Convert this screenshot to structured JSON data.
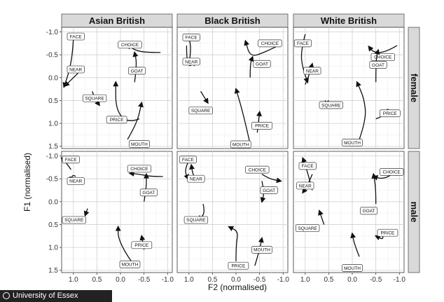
{
  "footer": {
    "text": "University of Essex",
    "logo_icon": "university-seal-icon"
  },
  "chart_data": {
    "type": "line",
    "description_of_axes": "",
    "xlabel": "F2 (normalised)",
    "ylabel": "F1 (normalised)",
    "xlim": [
      1.25,
      -1.1
    ],
    "ylim": [
      1.55,
      -1.1
    ],
    "x_reversed": true,
    "y_reversed": true,
    "x_ticks": [
      1.0,
      0.5,
      0.0,
      -0.5,
      -1.0
    ],
    "x_tick_labels": [
      "1.0",
      "0.5",
      "0.0",
      "-0.5",
      "-1.0"
    ],
    "y_ticks": [
      -1.0,
      -0.5,
      0.0,
      0.5,
      1.0,
      1.5
    ],
    "y_tick_labels": [
      "-1.0",
      "-0.5",
      "0.0",
      "0.5",
      "1.0",
      "1.5"
    ],
    "columns": [
      "Asian British",
      "Black British",
      "White British"
    ],
    "rows": [
      "female",
      "male"
    ],
    "grid": true,
    "panels": [
      {
        "col": 0,
        "row": 0,
        "series": [
          {
            "name": "FACE",
            "label_at": [
              0.95,
              -0.9
            ],
            "points": [
              [
                1.0,
                -0.85
              ],
              [
                1.02,
                -0.5
              ],
              [
                1.1,
                -0.1
              ],
              [
                1.2,
                0.2
              ]
            ]
          },
          {
            "name": "NEAR",
            "label_at": [
              0.95,
              -0.18
            ],
            "points": [
              [
                0.9,
                -0.1
              ],
              [
                1.05,
                0.05
              ],
              [
                1.18,
                0.18
              ]
            ]
          },
          {
            "name": "CHOICE",
            "label_at": [
              -0.2,
              -0.72
            ],
            "points": [
              [
                -0.85,
                -0.55
              ],
              [
                -0.55,
                -0.55
              ],
              [
                -0.3,
                -0.6
              ],
              [
                -0.15,
                -0.72
              ]
            ]
          },
          {
            "name": "GOAT",
            "label_at": [
              -0.35,
              -0.15
            ],
            "points": [
              [
                -0.3,
                0.1
              ],
              [
                -0.35,
                -0.3
              ],
              [
                -0.3,
                -0.55
              ]
            ]
          },
          {
            "name": "SQUARE",
            "label_at": [
              0.55,
              0.45
            ],
            "points": [
              [
                0.6,
                0.3
              ],
              [
                0.55,
                0.45
              ],
              [
                0.45,
                0.6
              ]
            ]
          },
          {
            "name": "PRICE",
            "label_at": [
              0.08,
              0.92
            ],
            "points": [
              [
                -0.4,
                0.9
              ],
              [
                -0.15,
                1.0
              ],
              [
                0.1,
                0.7
              ],
              [
                0.1,
                0.1
              ]
            ]
          },
          {
            "name": "MOUTH",
            "label_at": [
              -0.4,
              1.45
            ],
            "points": [
              [
                -0.15,
                1.35
              ],
              [
                -0.35,
                1.0
              ],
              [
                -0.45,
                0.55
              ]
            ]
          }
        ]
      },
      {
        "col": 1,
        "row": 0,
        "series": [
          {
            "name": "FACE",
            "label_at": [
              0.95,
              -0.88
            ],
            "points": [
              [
                1.0,
                -0.3
              ],
              [
                0.95,
                -0.6
              ],
              [
                1.0,
                -0.9
              ]
            ]
          },
          {
            "name": "NEAR",
            "label_at": [
              0.95,
              -0.35
            ],
            "points": [
              [
                1.05,
                -0.7
              ],
              [
                1.05,
                -0.2
              ],
              [
                0.85,
                -0.35
              ]
            ]
          },
          {
            "name": "CHOICE",
            "label_at": [
              -0.72,
              -0.75
            ],
            "points": [
              [
                -0.9,
                -0.7
              ],
              [
                -0.6,
                -0.55
              ],
              [
                -0.3,
                -0.45
              ],
              [
                -0.2,
                -0.8
              ]
            ]
          },
          {
            "name": "GOAT",
            "label_at": [
              -0.55,
              -0.3
            ],
            "points": [
              [
                -0.3,
                0.0
              ],
              [
                -0.3,
                -0.3
              ],
              [
                -0.35,
                -0.45
              ]
            ]
          },
          {
            "name": "SQUARE",
            "label_at": [
              0.75,
              0.72
            ],
            "points": [
              [
                0.75,
                0.3
              ],
              [
                0.6,
                0.55
              ]
            ]
          },
          {
            "name": "PRICE",
            "label_at": [
              -0.55,
              1.05
            ],
            "points": [
              [
                -0.45,
                1.2
              ],
              [
                -0.5,
                0.75
              ]
            ]
          },
          {
            "name": "MOUTH",
            "label_at": [
              -0.1,
              1.52
            ],
            "points": [
              [
                -0.3,
                1.45
              ],
              [
                -0.2,
                1.0
              ],
              [
                -0.1,
                0.6
              ],
              [
                0.0,
                0.25
              ]
            ]
          }
        ]
      },
      {
        "col": 2,
        "row": 0,
        "series": [
          {
            "name": "FACE",
            "label_at": [
              1.05,
              -0.75
            ],
            "points": [
              [
                1.0,
                -0.95
              ],
              [
                1.1,
                -0.55
              ],
              [
                1.05,
                -0.2
              ],
              [
                0.95,
                0.1
              ]
            ]
          },
          {
            "name": "NEAR",
            "label_at": [
              0.85,
              -0.15
            ],
            "points": [
              [
                1.0,
                0.15
              ],
              [
                0.9,
                -0.1
              ],
              [
                0.85,
                -0.3
              ]
            ]
          },
          {
            "name": "CHOICE",
            "label_at": [
              -0.65,
              -0.45
            ],
            "points": [
              [
                -0.95,
                -0.7
              ],
              [
                -0.7,
                -0.55
              ],
              [
                -0.45,
                -0.55
              ],
              [
                -0.35,
                -0.68
              ]
            ]
          },
          {
            "name": "GOAT",
            "label_at": [
              -0.55,
              -0.28
            ],
            "points": [
              [
                -0.5,
                0.1
              ],
              [
                -0.5,
                -0.4
              ],
              [
                -0.55,
                -0.6
              ]
            ]
          },
          {
            "name": "SQUARE",
            "label_at": [
              0.45,
              0.6
            ],
            "points": [
              [
                0.5,
                0.5
              ],
              [
                0.6,
                0.6
              ]
            ]
          },
          {
            "name": "PRICE",
            "label_at": [
              -0.8,
              0.78
            ],
            "points": [
              [
                -0.5,
                0.9
              ],
              [
                -0.65,
                0.85
              ],
              [
                -0.75,
                0.7
              ]
            ]
          },
          {
            "name": "MOUTH",
            "label_at": [
              0.0,
              1.42
            ],
            "points": [
              [
                -0.15,
                1.35
              ],
              [
                -0.3,
                0.9
              ],
              [
                -0.25,
                0.45
              ],
              [
                -0.1,
                0.1
              ]
            ]
          }
        ]
      },
      {
        "col": 0,
        "row": 1,
        "series": [
          {
            "name": "FACE",
            "label_at": [
              1.15,
              -0.92
            ],
            "points": [
              [
                1.05,
                -0.7
              ],
              [
                1.15,
                -0.85
              ],
              [
                1.25,
                -0.95
              ]
            ]
          },
          {
            "name": "NEAR",
            "label_at": [
              0.95,
              -0.45
            ],
            "points": [
              [
                0.95,
                -0.55
              ],
              [
                1.02,
                -0.6
              ],
              [
                1.05,
                -0.45
              ]
            ]
          },
          {
            "name": "CHOICE",
            "label_at": [
              -0.4,
              -0.72
            ],
            "points": [
              [
                -0.9,
                -0.55
              ],
              [
                -0.65,
                -0.55
              ],
              [
                -0.4,
                -0.6
              ],
              [
                -0.2,
                -0.62
              ]
            ]
          },
          {
            "name": "GOAT",
            "label_at": [
              -0.6,
              -0.2
            ],
            "points": [
              [
                -0.5,
                0.0
              ],
              [
                -0.55,
                -0.3
              ],
              [
                -0.55,
                -0.6
              ]
            ]
          },
          {
            "name": "SQUARE",
            "label_at": [
              1.0,
              0.4
            ],
            "points": [
              [
                0.7,
                0.15
              ],
              [
                0.75,
                0.3
              ]
            ]
          },
          {
            "name": "PRICE",
            "label_at": [
              -0.45,
              0.95
            ],
            "points": [
              [
                -0.5,
                1.05
              ],
              [
                -0.45,
                0.75
              ]
            ]
          },
          {
            "name": "MOUTH",
            "label_at": [
              -0.2,
              1.37
            ],
            "points": [
              [
                -0.3,
                1.4
              ],
              [
                -0.15,
                1.2
              ],
              [
                0.05,
                0.8
              ],
              [
                0.05,
                0.55
              ]
            ]
          }
        ]
      },
      {
        "col": 1,
        "row": 1,
        "series": [
          {
            "name": "FACE",
            "label_at": [
              1.02,
              -0.92
            ],
            "points": [
              [
                1.0,
                -0.9
              ],
              [
                1.1,
                -0.7
              ],
              [
                1.02,
                -0.5
              ]
            ]
          },
          {
            "name": "NEAR",
            "label_at": [
              0.85,
              -0.5
            ],
            "points": [
              [
                0.85,
                -0.45
              ],
              [
                0.92,
                -0.6
              ],
              [
                0.95,
                -0.8
              ]
            ]
          },
          {
            "name": "CHOICE",
            "label_at": [
              -0.45,
              -0.7
            ],
            "points": [
              [
                -0.55,
                -0.6
              ],
              [
                -0.7,
                -0.5
              ],
              [
                -0.95,
                -0.45
              ]
            ]
          },
          {
            "name": "GOAT",
            "label_at": [
              -0.7,
              -0.25
            ],
            "points": [
              [
                -0.55,
                -0.45
              ],
              [
                -0.6,
                -0.2
              ],
              [
                -0.55,
                0.0
              ]
            ]
          },
          {
            "name": "SQUARE",
            "label_at": [
              0.85,
              0.4
            ],
            "points": [
              [
                0.7,
                0.05
              ],
              [
                0.65,
                0.25
              ],
              [
                0.8,
                0.4
              ]
            ]
          },
          {
            "name": "PRICE",
            "label_at": [
              -0.05,
              1.4
            ],
            "points": [
              [
                0.0,
                1.3
              ],
              [
                0.0,
                0.95
              ],
              [
                -0.05,
                0.65
              ],
              [
                0.15,
                0.55
              ]
            ]
          },
          {
            "name": "MOUTH",
            "label_at": [
              -0.55,
              1.05
            ],
            "points": [
              [
                -0.4,
                1.4
              ],
              [
                -0.5,
                1.05
              ],
              [
                -0.55,
                0.8
              ]
            ]
          }
        ]
      },
      {
        "col": 2,
        "row": 1,
        "series": [
          {
            "name": "FACE",
            "label_at": [
              0.95,
              -0.78
            ],
            "points": [
              [
                0.85,
                -0.25
              ],
              [
                0.95,
                -0.65
              ],
              [
                1.05,
                -0.95
              ]
            ]
          },
          {
            "name": "NEAR",
            "label_at": [
              1.0,
              -0.35
            ],
            "points": [
              [
                0.85,
                -0.6
              ],
              [
                0.95,
                -0.35
              ],
              [
                1.05,
                -0.2
              ]
            ]
          },
          {
            "name": "CHOICE",
            "label_at": [
              -0.85,
              -0.65
            ],
            "points": [
              [
                -0.95,
                -0.7
              ],
              [
                -0.8,
                -0.55
              ],
              [
                -0.6,
                -0.5
              ],
              [
                -0.45,
                -0.55
              ]
            ]
          },
          {
            "name": "GOAT",
            "label_at": [
              -0.35,
              0.2
            ],
            "points": [
              [
                -0.5,
                0.05
              ],
              [
                -0.5,
                -0.3
              ],
              [
                -0.45,
                -0.6
              ]
            ]
          },
          {
            "name": "SQUARE",
            "label_at": [
              0.95,
              0.58
            ],
            "points": [
              [
                0.6,
                0.5
              ],
              [
                0.7,
                0.2
              ]
            ]
          },
          {
            "name": "PRICE",
            "label_at": [
              -0.75,
              0.68
            ],
            "points": [
              [
                -0.6,
                0.6
              ],
              [
                -0.7,
                0.85
              ],
              [
                -0.5,
                0.75
              ]
            ]
          },
          {
            "name": "MOUTH",
            "label_at": [
              0.0,
              1.45
            ],
            "points": [
              [
                -0.15,
                1.2
              ],
              [
                -0.05,
                0.95
              ],
              [
                0.0,
                0.7
              ]
            ]
          }
        ]
      }
    ]
  }
}
